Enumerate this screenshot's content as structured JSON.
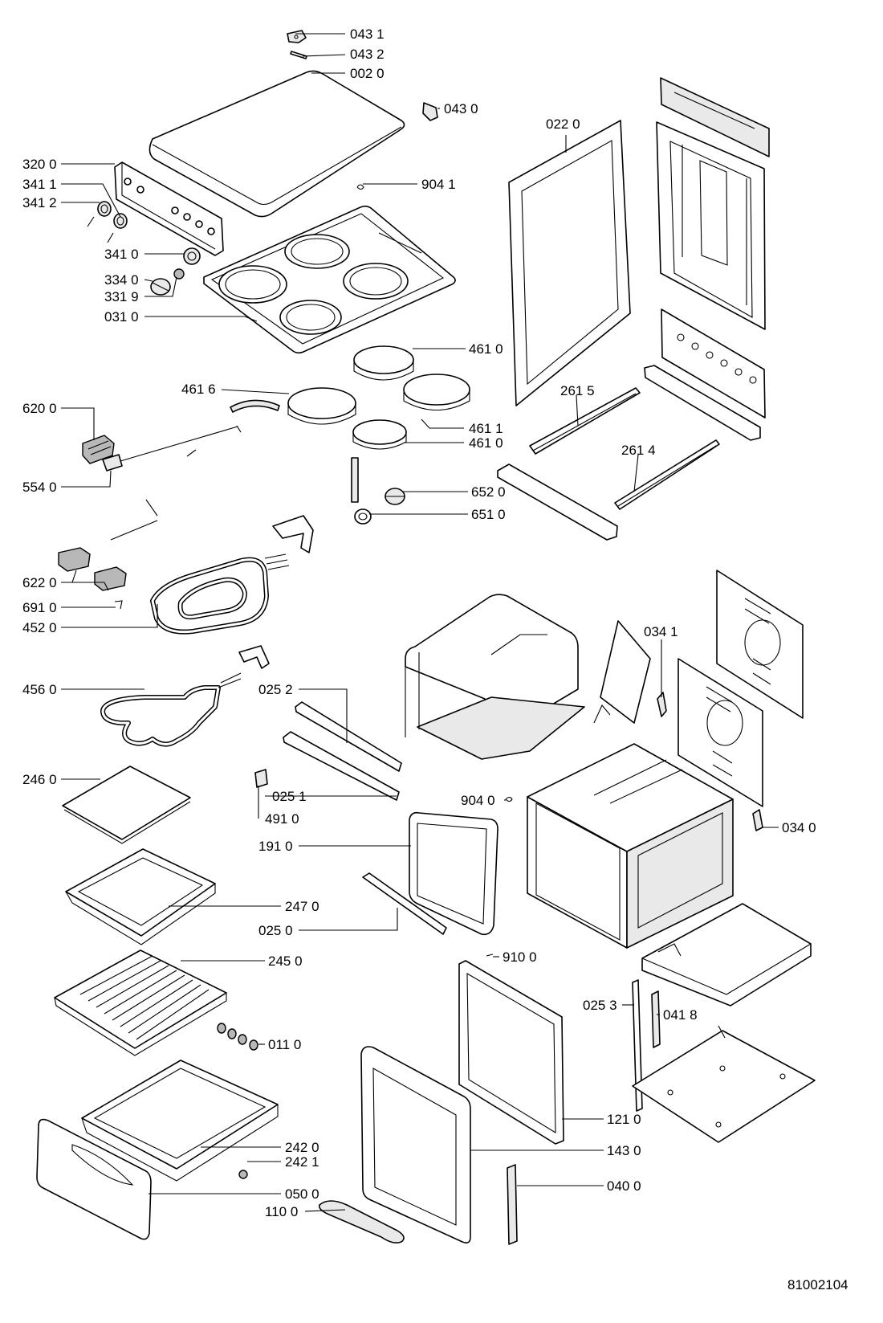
{
  "document_number": "81002104",
  "callouts": [
    {
      "label": "043 1"
    },
    {
      "label": "043 2"
    },
    {
      "label": "002 0"
    },
    {
      "label": "043 0"
    },
    {
      "label": "320 0"
    },
    {
      "label": "341 1"
    },
    {
      "label": "341 2"
    },
    {
      "label": "904 1"
    },
    {
      "label": "022 0"
    },
    {
      "label": "341 0"
    },
    {
      "label": "334 0"
    },
    {
      "label": "331 9"
    },
    {
      "label": "031 0"
    },
    {
      "label": "461 0"
    },
    {
      "label": "461 6"
    },
    {
      "label": "620 0"
    },
    {
      "label": "461 1"
    },
    {
      "label": "461 0"
    },
    {
      "label": "261 5"
    },
    {
      "label": "261 4"
    },
    {
      "label": "554 0"
    },
    {
      "label": "652 0"
    },
    {
      "label": "651 0"
    },
    {
      "label": "622 0"
    },
    {
      "label": "691 0"
    },
    {
      "label": "452 0"
    },
    {
      "label": "034 1"
    },
    {
      "label": "456 0"
    },
    {
      "label": "025 2"
    },
    {
      "label": "246 0"
    },
    {
      "label": "025 1"
    },
    {
      "label": "904 0"
    },
    {
      "label": "491 0"
    },
    {
      "label": "034 0"
    },
    {
      "label": "191 0"
    },
    {
      "label": "247 0"
    },
    {
      "label": "025 0"
    },
    {
      "label": "910 0"
    },
    {
      "label": "245 0"
    },
    {
      "label": "025 3"
    },
    {
      "label": "041 8"
    },
    {
      "label": "011 0"
    },
    {
      "label": "121 0"
    },
    {
      "label": "242 0"
    },
    {
      "label": "143 0"
    },
    {
      "label": "242 1"
    },
    {
      "label": "040 0"
    },
    {
      "label": "050 0"
    },
    {
      "label": "110 0"
    }
  ]
}
